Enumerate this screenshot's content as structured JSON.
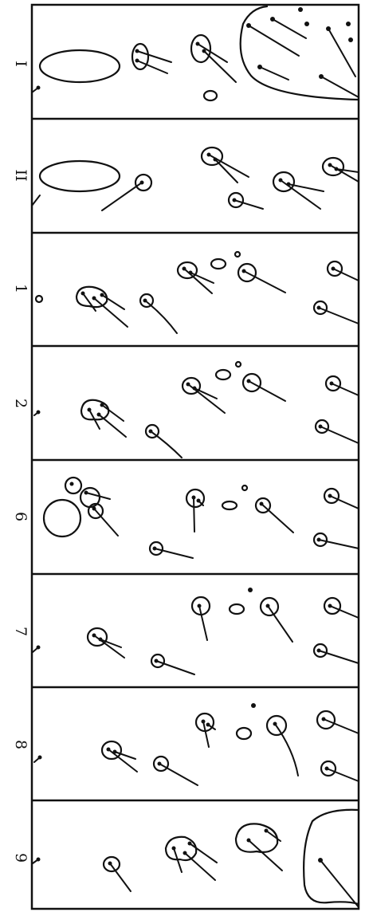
{
  "figure": {
    "panels": [
      {
        "label": "I"
      },
      {
        "label": "II"
      },
      {
        "label": "1"
      },
      {
        "label": "2"
      },
      {
        "label": "6"
      },
      {
        "label": "7"
      },
      {
        "label": "8"
      },
      {
        "label": "9"
      }
    ]
  }
}
